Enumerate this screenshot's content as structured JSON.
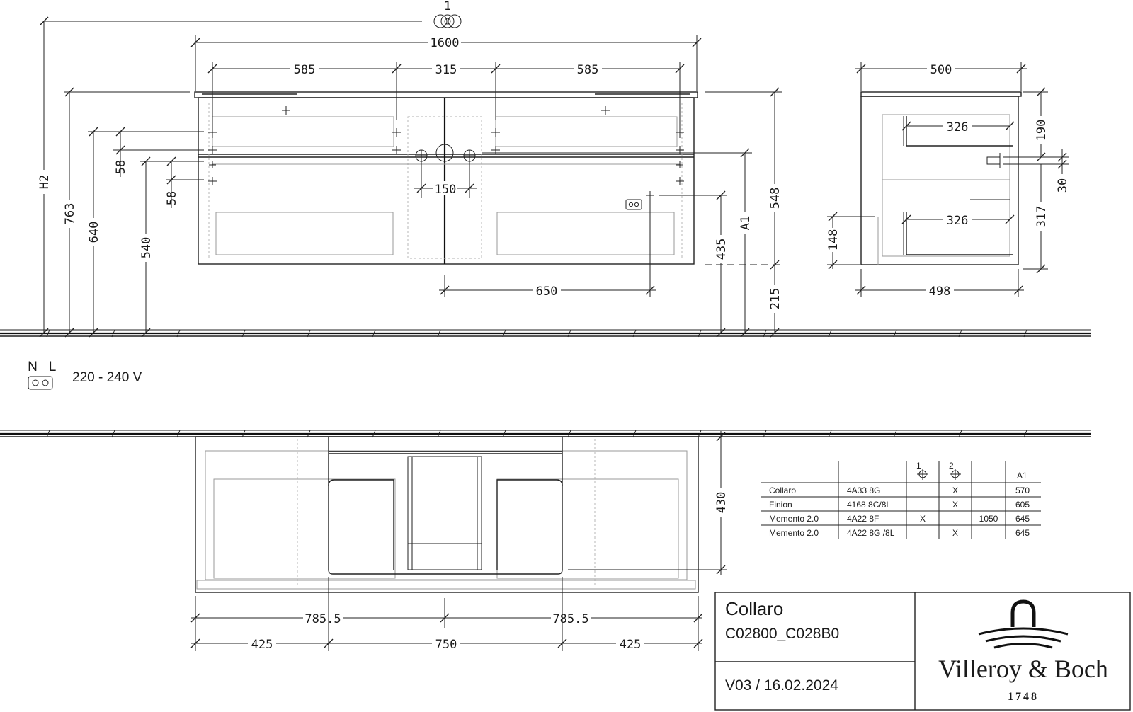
{
  "front_view": {
    "marker_number": "1",
    "dim_total_width": "1600",
    "dim_left_section": "585",
    "dim_middle_section": "315",
    "dim_right_section": "585",
    "dim_overall_height": "H2",
    "dim_top_height": "763",
    "dim_drawer_one_height": "640",
    "dim_drawer_two_height": "540",
    "dim_gap_upper": "58",
    "dim_gap_lower": "58",
    "dim_hole_spacing": "150",
    "dim_socket_offset": "650",
    "dim_socket_height": "435",
    "dim_a1": "A1",
    "dim_body_height": "548",
    "dim_floor_clearance": "215"
  },
  "side_view": {
    "dim_depth_top": "500",
    "dim_depth_bottom": "498",
    "dim_upper_drawer_depth": "326",
    "dim_lower_drawer_depth": "326",
    "dim_top_offset": "190",
    "dim_pipe_gap": "30",
    "dim_lower_offset": "317",
    "dim_side_height": "148"
  },
  "electrical": {
    "label_n": "N",
    "label_l": "L",
    "voltage": "220 - 240 V"
  },
  "plan_view": {
    "dim_depth": "430",
    "dim_half_left": "785.5",
    "dim_half_right": "785.5",
    "dim_outer_left": "425",
    "dim_centre": "750",
    "dim_outer_right": "425"
  },
  "compat_table": {
    "header_marker_1": "1",
    "header_marker_2": "2",
    "header_a1": "A1",
    "rows": [
      {
        "name": "Collaro",
        "code": "4A33 8G",
        "col1": "",
        "col2": "X",
        "col3": "",
        "a1": "570"
      },
      {
        "name": "Finion",
        "code": "4168 8C/8L",
        "col1": "",
        "col2": "X",
        "col3": "",
        "a1": "605"
      },
      {
        "name": "Memento 2.0",
        "code": "4A22 8F",
        "col1": "X",
        "col2": "",
        "col3": "1050",
        "a1": "645"
      },
      {
        "name": "Memento 2.0",
        "code": "4A22 8G /8L",
        "col1": "",
        "col2": "X",
        "col3": "",
        "a1": "645"
      }
    ]
  },
  "title_block": {
    "product_name": "Collaro",
    "product_code": "C02800_C028B0",
    "version_date": "V03 / 16.02.2024",
    "brand_name": "Villeroy & Boch",
    "brand_year": "1748"
  }
}
